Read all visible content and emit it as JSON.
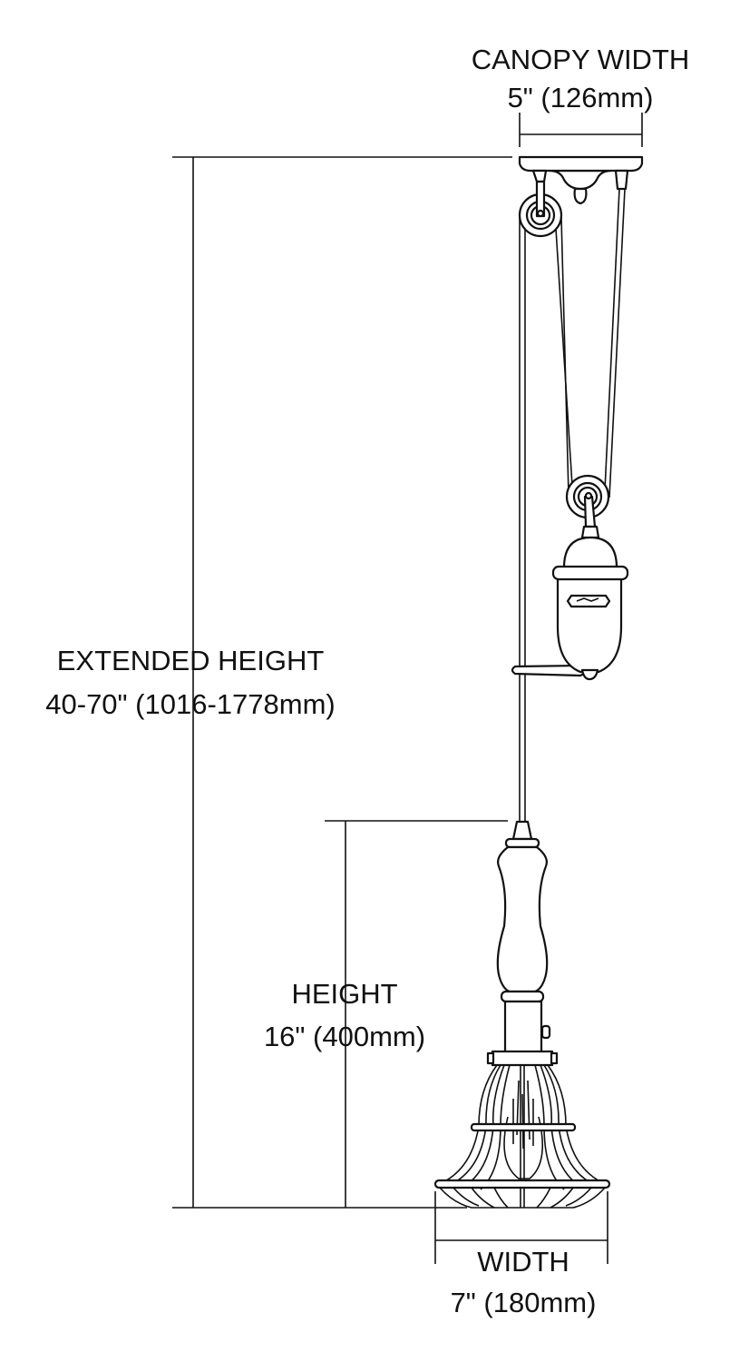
{
  "canopy_width": {
    "label": "CANOPY WIDTH",
    "value": "5\" (126mm)"
  },
  "extended_height": {
    "label": "EXTENDED HEIGHT",
    "value": "40-70\" (1016-1778mm)"
  },
  "height": {
    "label": "HEIGHT",
    "value": "16\" (400mm)"
  },
  "width": {
    "label": "WIDTH",
    "value": "7\" (180mm)"
  }
}
